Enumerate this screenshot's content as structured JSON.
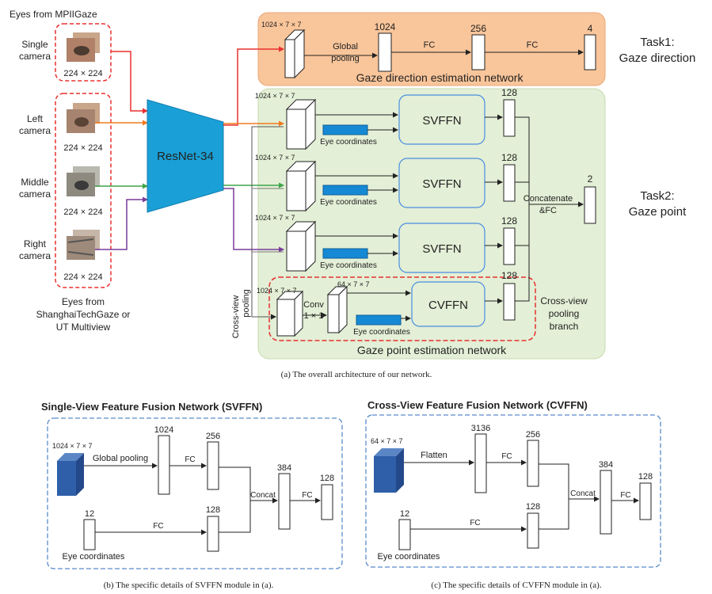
{
  "colors": {
    "orange_region": "#f9c59a",
    "green_region": "#e3efd6",
    "resnet": "#1aa0d6",
    "red_dash": "#e8302f",
    "blue_box_border": "#4a8ee0",
    "dark_blue_cube": "#2e5fa8",
    "eye_coord_bar": "#1689d4",
    "arrow_red": "#e8302f",
    "arrow_orange": "#f07a1e",
    "arrow_green": "#3fa44a",
    "arrow_purple": "#7a3c9a",
    "dashed_blue": "#5a8acb"
  },
  "main": {
    "eyes_mpii_label": "Eyes from MPIIGaze",
    "cameras": [
      {
        "label_line1": "Single",
        "label_line2": "camera",
        "res": "224 × 224"
      },
      {
        "label_line1": "Left",
        "label_line2": "camera",
        "res": "224 × 224"
      },
      {
        "label_line1": "Middle",
        "label_line2": "camera",
        "res": "224 × 224"
      },
      {
        "label_line1": "Right",
        "label_line2": "camera",
        "res": "224 × 224"
      }
    ],
    "eyes_shanghai_line1": "Eyes from",
    "eyes_shanghai_line2": "ShanghaiTechGaze or",
    "eyes_shanghai_line3": "UT Multiview",
    "resnet_label": "ResNet-34",
    "cross_view_line1": "Cross-view",
    "cross_view_line2": "pooling",
    "task1": {
      "feat": "1024 × 7 × 7",
      "global_pooling_1": "Global",
      "global_pooling_2": "pooling",
      "n1024": "1024",
      "n256": "256",
      "n4": "4",
      "fc1": "FC",
      "fc2": "FC",
      "network_label": "Gaze direction estimation network",
      "task_label_1": "Task1:",
      "task_label_2": "Gaze direction"
    },
    "task2": {
      "feat1": "1024 × 7 × 7",
      "feat2": "1024 × 7 × 7",
      "feat3": "1024 × 7 × 7",
      "feat4": "1024 × 7 × 7",
      "feat_conv": "64 × 7 × 7",
      "svffn": "SVFFN",
      "cvffn": "CVFFN",
      "eye_coords": "Eye coordinates",
      "n128": "128",
      "n2": "2",
      "concat_1": "Concatenate",
      "concat_2": "&FC",
      "conv_1": "Conv",
      "conv_2": "1 × 1",
      "cvp_branch_1": "Cross-view",
      "cvp_branch_2": "pooling",
      "cvp_branch_3": "branch",
      "network_label": "Gaze point estimation network",
      "task_label_1": "Task2:",
      "task_label_2": "Gaze point"
    },
    "caption": "(a) The overall architecture of our network."
  },
  "svffn": {
    "title": "Single-View Feature Fusion Network (SVFFN)",
    "feat": "1024 × 7 × 7",
    "global_pooling": "Global pooling",
    "n1024": "1024",
    "n256": "256",
    "fc_top": "FC",
    "n12": "12",
    "fc_bottom": "FC",
    "n128_mid": "128",
    "n384": "384",
    "concat": "Concat",
    "fc_out": "FC",
    "n128_out": "128",
    "eye_coords": "Eye coordinates",
    "caption": "(b) The specific details of SVFFN module in (a)."
  },
  "cvffn": {
    "title": "Cross-View Feature Fusion Network (CVFFN)",
    "feat": "64 × 7 × 7",
    "flatten": "Flatten",
    "n3136": "3136",
    "n256": "256",
    "fc_top": "FC",
    "n12": "12",
    "fc_bottom": "FC",
    "n128_mid": "128",
    "n384": "384",
    "concat": "Concat",
    "fc_out": "FC",
    "n128_out": "128",
    "eye_coords": "Eye coordinates",
    "caption": "(c) The specific details of CVFFN module in (a)."
  }
}
